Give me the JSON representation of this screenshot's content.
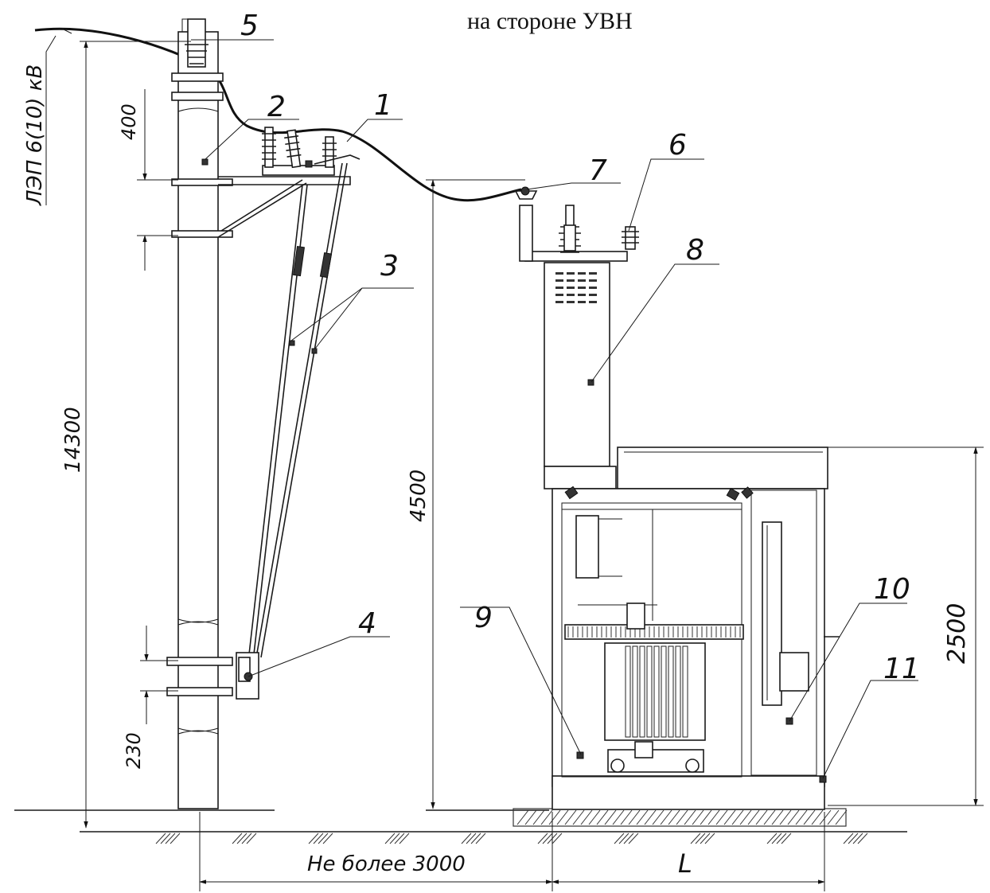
{
  "header": {
    "title": "на стороне УВН"
  },
  "line_label": "ЛЭП 6(10) кВ",
  "callouts": [
    "1",
    "2",
    "3",
    "4",
    "5",
    "6",
    "7",
    "8",
    "9",
    "10",
    "11"
  ],
  "dimensions": {
    "pole_height": "14300",
    "bracket_spacing": "400",
    "bottom_spacing": "230",
    "bushing_height": "4500",
    "kiosk_height": "2500",
    "distance": "Не более 3000",
    "kiosk_length": "L"
  }
}
